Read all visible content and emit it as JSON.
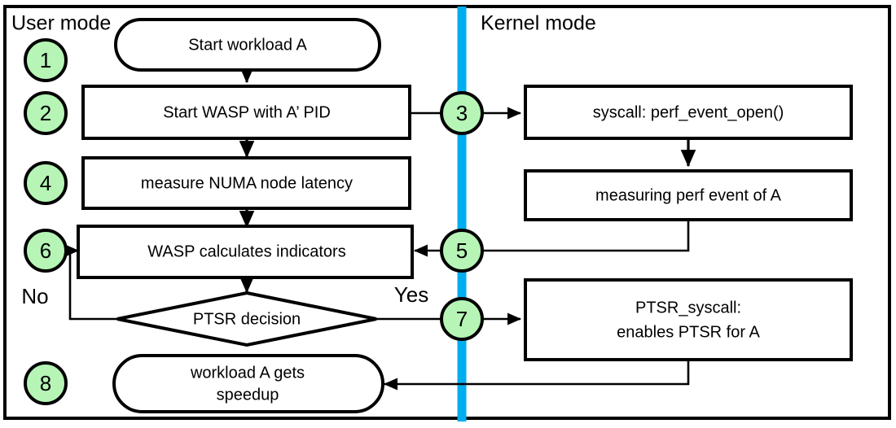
{
  "diagram": {
    "title_user_mode": "User mode",
    "title_kernel_mode": "Kernel mode",
    "colors": {
      "step_circle_fill": "#b6f5b6",
      "divider": "#00aeef",
      "node_fill": "#ffffff",
      "stroke": "#000000"
    },
    "branch_labels": {
      "no": "No",
      "yes": "Yes"
    },
    "steps": [
      {
        "number": "1"
      },
      {
        "number": "2"
      },
      {
        "number": "3"
      },
      {
        "number": "4"
      },
      {
        "number": "5"
      },
      {
        "number": "6"
      },
      {
        "number": "7"
      },
      {
        "number": "8"
      }
    ],
    "nodes": {
      "start_workload": {
        "label": "Start workload A",
        "shape": "rounded"
      },
      "start_wasp": {
        "label": "Start WASP with A’ PID",
        "shape": "rect"
      },
      "measure_numa": {
        "label": "measure NUMA node latency",
        "shape": "rect"
      },
      "wasp_calculates": {
        "label": "WASP calculates indicators",
        "shape": "rect"
      },
      "ptsr_decision": {
        "label": "PTSR decision",
        "shape": "diamond"
      },
      "workload_speedup": {
        "label_line1": "workload A gets",
        "label_line2": "speedup",
        "shape": "rounded"
      },
      "syscall_perf_open": {
        "label": "syscall: perf_event_open()",
        "shape": "rect"
      },
      "measuring_perf": {
        "label": "measuring perf event of A",
        "shape": "rect"
      },
      "ptsr_syscall": {
        "label_line1": "PTSR_syscall:",
        "label_line2": "enables PTSR for A",
        "shape": "rect"
      }
    }
  }
}
